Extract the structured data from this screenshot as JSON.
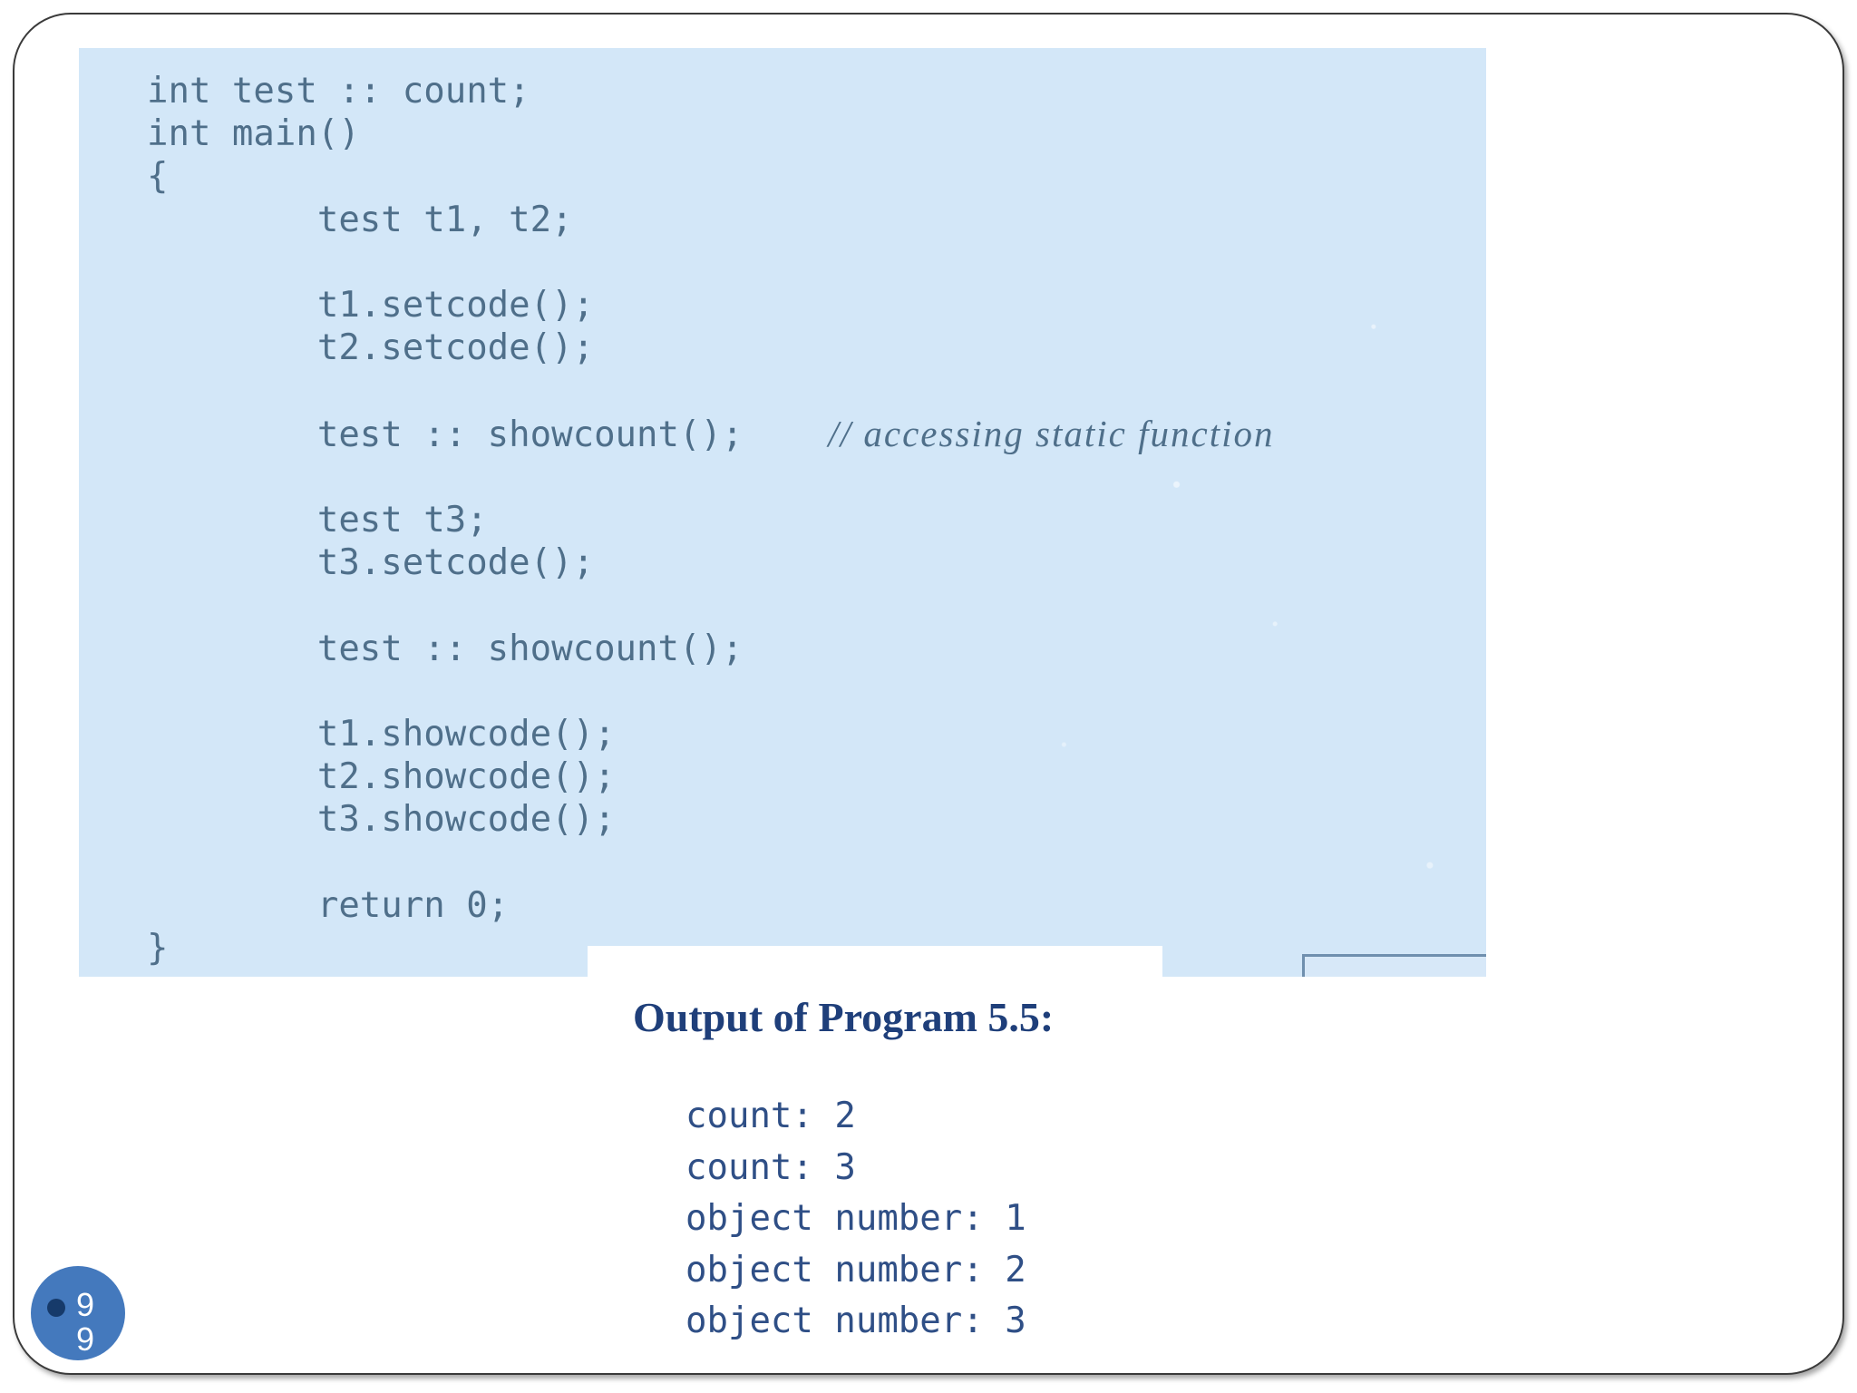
{
  "code": {
    "lines": [
      "int test :: count;",
      "int main()",
      "{",
      "        test t1, t2;",
      "",
      "        t1.setcode();",
      "        t2.setcode();",
      "",
      "        test :: showcount();",
      "",
      "        test t3;",
      "        t3.setcode();",
      "",
      "        test :: showcount();",
      "",
      "        t1.showcode();",
      "        t2.showcode();",
      "        t3.showcode();",
      "",
      "        return 0;",
      "}"
    ],
    "comment": "// accessing static function"
  },
  "output": {
    "title": "Output of Program 5.5:",
    "lines": [
      "count: 2",
      "count: 3",
      "object number: 1",
      "object number: 2",
      "object number: 3"
    ]
  },
  "slide_number": "99",
  "colors": {
    "code_background": "#d3e7f8",
    "code_text": "#4f6f8a",
    "output_title": "#1f3f7a",
    "output_text": "#2f4f86",
    "slide_number_badge": "#4479bd"
  }
}
